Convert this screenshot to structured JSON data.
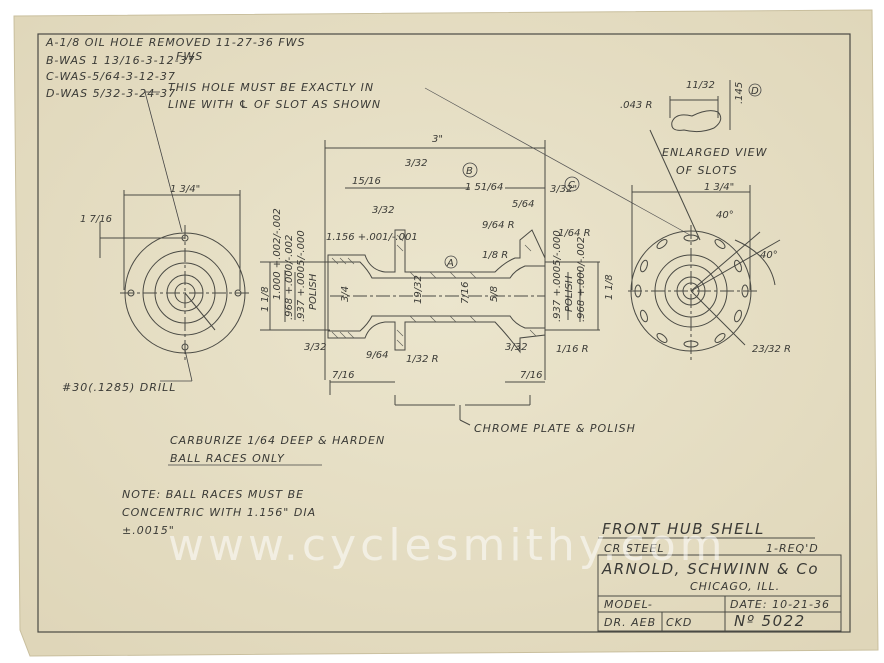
{
  "revisions": [
    "A-1/8 OIL HOLE REMOVED 11-27-36 FWS",
    "B-WAS 1 13/16-3-12-37",
    "C-WAS-5/64-3-12-37",
    "D-WAS 5/32-3-24-37",
    "FWS"
  ],
  "notes": {
    "hole_note_1": "THIS HOLE MUST BE EXACTLY IN",
    "hole_note_2": "LINE WITH ℄ OF SLOT AS SHOWN",
    "enlarged_1": "ENLARGED VIEW",
    "enlarged_2": "OF SLOTS",
    "drill": "#30(.1285) DRILL",
    "chrome": "CHROME PLATE & POLISH",
    "carburize_1": "CARBURIZE 1/64 DEEP & HARDEN",
    "carburize_2": "BALL RACES ONLY",
    "note_1": "NOTE: BALL RACES MUST BE",
    "note_2": "CONCENTRIC WITH 1.156\" DIA",
    "note_3": "±.0015\""
  },
  "dimensions": {
    "overall_length": "3\"",
    "flange_left": "1 3/4\"",
    "flange_right": "1 3/4\"",
    "left_hole_dia": "1 7/16",
    "length_15_16": "15/16",
    "length_3_32_a": "3/32",
    "length_3_32_b": "3/32",
    "center_1_51_64": "1 51/64",
    "length_5_64": "5/64",
    "length_3_32_c": "3/32\"",
    "radius_9_64_top": "9/64 R",
    "radius_1_64": "1/64 R",
    "radius_1_8": "1/8 R",
    "dia_1156": "1.156 +.001/-.001",
    "bore_1000": "1.000 +.002/-.002",
    "bore_968": ".968 +.000/-.002",
    "bore_937": ".937 +.0005/-.000",
    "polish": "POLISH",
    "dia_3_4": "3/4",
    "dia_19_32": "19/32",
    "dia_7_16": "7/16",
    "dia_5_8": "5/8",
    "dia_1_1_8_left": "1 1/8",
    "dia_1_1_8_right": "1 1/8",
    "bottom_3_32": "3/32",
    "bottom_9_64": "9/64",
    "bottom_1_32": "1/32 R",
    "bottom_1_16": "1/16 R",
    "bottom_7_16_left": "7/16",
    "bottom_7_16_right": "7/16",
    "bottom_3_32_right": "3/32",
    "slot_11_32": "11/32",
    "slot_145": ".145",
    "slot_043": ".043 R",
    "angle_40a": "40°",
    "angle_40b": "40°",
    "radius_23_32": "23/32 R",
    "marker_a": "A",
    "marker_b": "B",
    "marker_c": "C",
    "marker_d": "D"
  },
  "title_block": {
    "part": "FRONT HUB SHELL",
    "material": "CR STEEL",
    "qty": "1-REQ'D",
    "company": "ARNOLD, SCHWINN & Co",
    "city": "CHICAGO, ILL.",
    "model": "MODEL-",
    "date": "DATE: 10-21-36",
    "drawn": "DR. AEB",
    "checked": "CKD",
    "number": "Nº 5022"
  },
  "watermark": "www.cyclesmithy.com",
  "colors": {
    "paper": "#e7e0c7",
    "ink": "#3a3a36",
    "edge": "#ffffff"
  }
}
